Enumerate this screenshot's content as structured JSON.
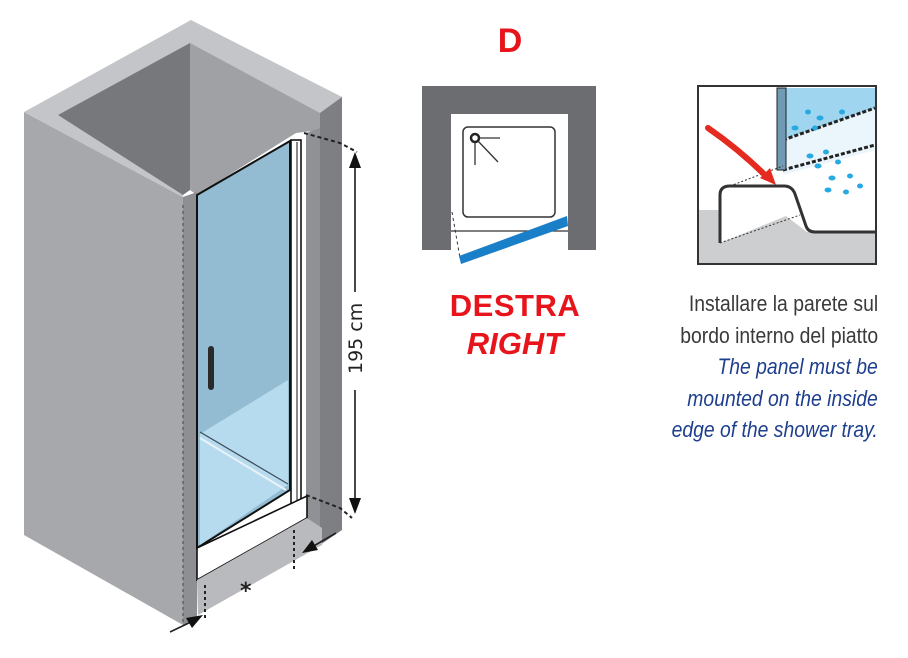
{
  "iso_view": {
    "height_dimension": "195 cm",
    "width_marker": "*",
    "colors": {
      "wall_light": "#a7a8ac",
      "wall_top": "#c4c5c8",
      "wall_dark": "#75777b",
      "glass": "#93bbd1",
      "glass_light": "#b6dbef"
    }
  },
  "orientation": {
    "code": "D",
    "label_it": "DESTRA",
    "label_en": "RIGHT",
    "colors": {
      "label": "#e8141c",
      "panel": "#1a7fc9",
      "wall": "#6c6d71"
    }
  },
  "detail": {
    "instruction_it": [
      "Installare la parete sul",
      "bordo interno del piatto"
    ],
    "instruction_en": [
      "The panel must be",
      "mounted on the inside",
      "edge of the shower tray."
    ],
    "colors": {
      "arrow": "#e52a1f",
      "water": "#27a9e1",
      "text_it": "#3a3a3a",
      "text_en": "#1d3f8e"
    }
  }
}
